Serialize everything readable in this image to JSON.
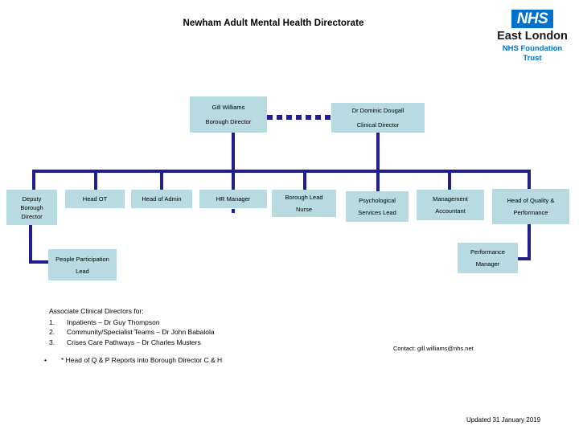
{
  "page": {
    "title": "Newham Adult Mental Health Directorate"
  },
  "logo": {
    "mark": "NHS",
    "trust_name": "East London",
    "trust_sub": "NHS Foundation Trust",
    "brand_color": "#0072ce"
  },
  "colors": {
    "node_fill": "#b7dbe0",
    "connector": "#1f1f8f",
    "background": "#ffffff"
  },
  "nodes": {
    "borough_director": {
      "name": "Gill Williams",
      "role": "Borough Director"
    },
    "clinical_director": {
      "name": "Dr Dominic Dougall",
      "role": "Clinical Director"
    },
    "deputy_borough_director": {
      "line1": "Deputy",
      "line2": "Borough",
      "line3": "Director"
    },
    "head_ot": {
      "label": "Head OT"
    },
    "head_of_admin": {
      "label": "Head of Admin"
    },
    "hr_manager": {
      "label": "HR Manager"
    },
    "borough_lead_nurse": {
      "line1": "Borough Lead",
      "line2": "Nurse"
    },
    "psychological_services_lead": {
      "line1": "Psychological",
      "line2": "Services Lead"
    },
    "management_accountant": {
      "line1": "Management",
      "line2": "Accountant"
    },
    "head_of_quality_performance": {
      "line1": "Head of Quality &",
      "line2": "Performance"
    },
    "people_participation_lead": {
      "line1": "People Participation",
      "line2": "Lead"
    },
    "performance_manager": {
      "line1": "Performance",
      "line2": "Manager"
    }
  },
  "notes": {
    "heading": "Associate Clinical Directors for:",
    "items": [
      {
        "num": "1.",
        "text": "Inpatients  – Dr Guy Thompson"
      },
      {
        "num": "2.",
        "text": "Community/Specialist Teams – Dr John Babalola"
      },
      {
        "num": "3.",
        "text": "Crises Care Pathways – Dr Charles Musters"
      }
    ],
    "bullet_mark": "•",
    "bullet_text": "* Head of Q & P Reports into Borough Director C & H"
  },
  "footer": {
    "contact": "Contact: gill.williams@nhs.net",
    "updated": "Updated 31 January 2019"
  }
}
